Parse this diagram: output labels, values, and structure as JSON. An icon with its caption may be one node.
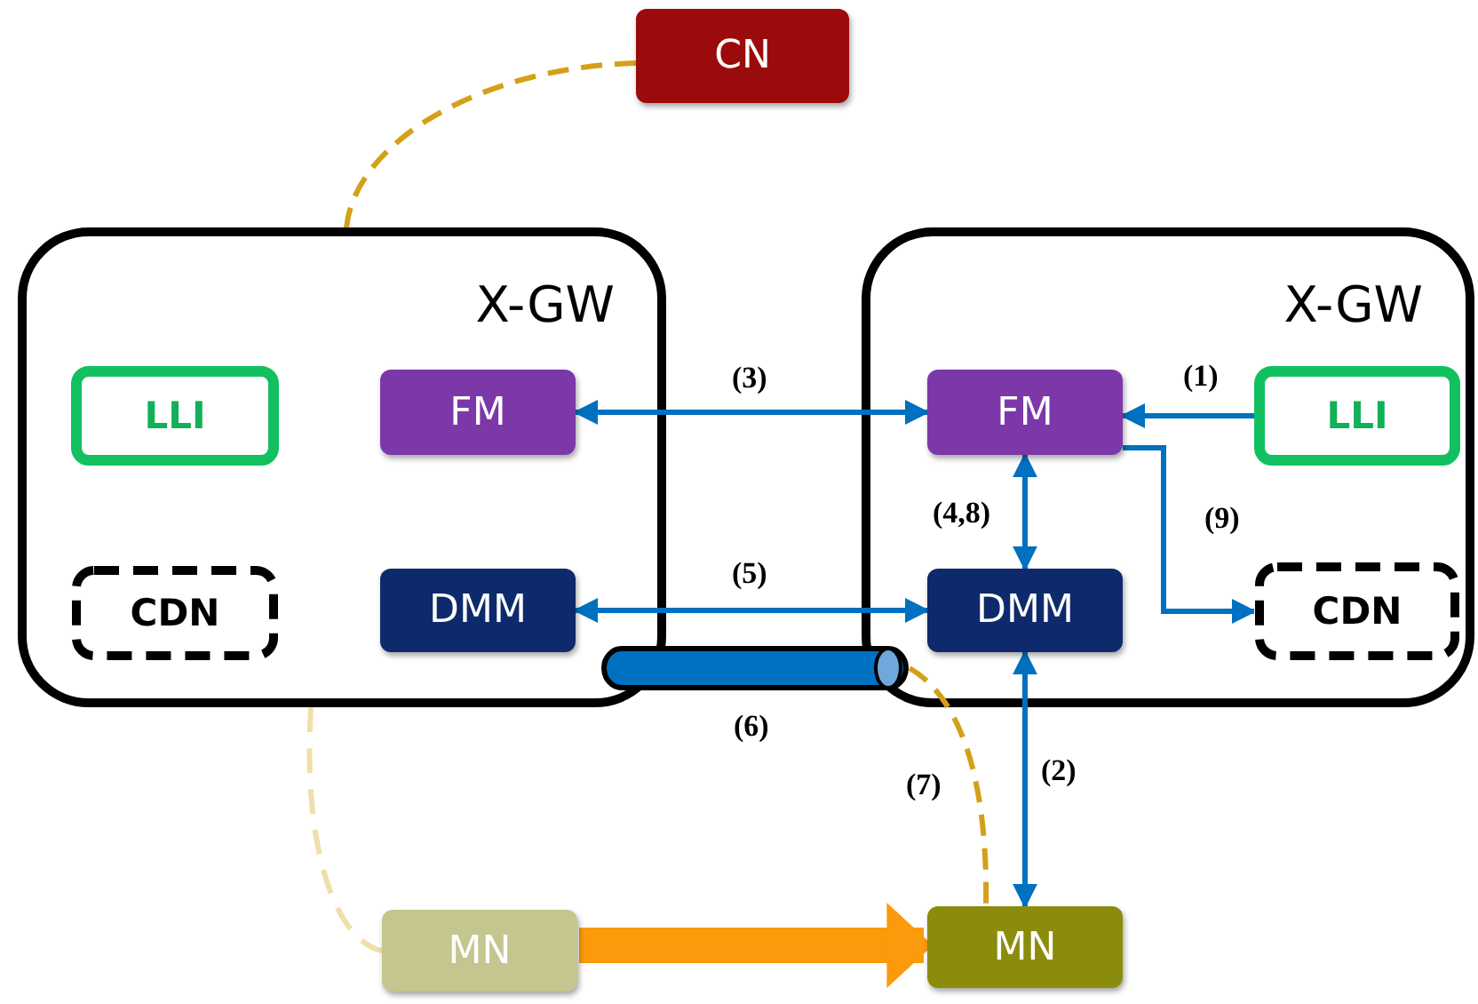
{
  "diagram": {
    "nodes": [
      {
        "text": [
          "CN"
        ]
      },
      {
        "text": [
          "X-GW"
        ]
      },
      {
        "text": [
          "LLI"
        ],
        "in": 1
      },
      {
        "text": [
          "FM"
        ],
        "in": 1
      },
      {
        "text": [
          "CDN"
        ],
        "in": 1
      },
      {
        "text": [
          "DMM"
        ],
        "in": 1
      },
      {
        "text": [
          "X-GW"
        ]
      },
      {
        "text": [
          "FM"
        ],
        "in": 6
      },
      {
        "text": [
          "LLI"
        ],
        "in": 6
      },
      {
        "text": [
          "DMM"
        ],
        "in": 6
      },
      {
        "text": [
          "CDN"
        ],
        "in": 6
      },
      {
        "text": [],
        "shape": "cylinder",
        "beside": [
          "(6)"
        ]
      },
      {
        "text": [
          "MN"
        ]
      },
      {
        "text": [
          "MN"
        ]
      }
    ],
    "edges": [
      {
        "from": 0,
        "to": 1,
        "arrow": "none",
        "style": "dashed",
        "color": "#d4a017"
      },
      {
        "from": 3,
        "to": 7,
        "arrow": "both",
        "label": "(3)"
      },
      {
        "from": 8,
        "to": 7,
        "arrow": "to",
        "label": "(1)"
      },
      {
        "from": 7,
        "to": 10,
        "arrow": "to",
        "label": "(9)"
      },
      {
        "from": 7,
        "to": 9,
        "arrow": "both",
        "label": "(4,8)"
      },
      {
        "from": 5,
        "to": 9,
        "arrow": "both",
        "label": "(5)"
      },
      {
        "from": 9,
        "to": 13,
        "arrow": "both",
        "label": "(2)"
      },
      {
        "from": 11,
        "to": 13,
        "arrow": "none",
        "label": "(7)",
        "style": "dashed",
        "color": "#d4a017"
      },
      {
        "from": 1,
        "to": 12,
        "arrow": "none",
        "style": "dashed",
        "color": "#f0dfaa"
      },
      {
        "from": 12,
        "to": 13,
        "arrow": "to",
        "style": "thick",
        "color": "#fb9a0a"
      }
    ]
  }
}
